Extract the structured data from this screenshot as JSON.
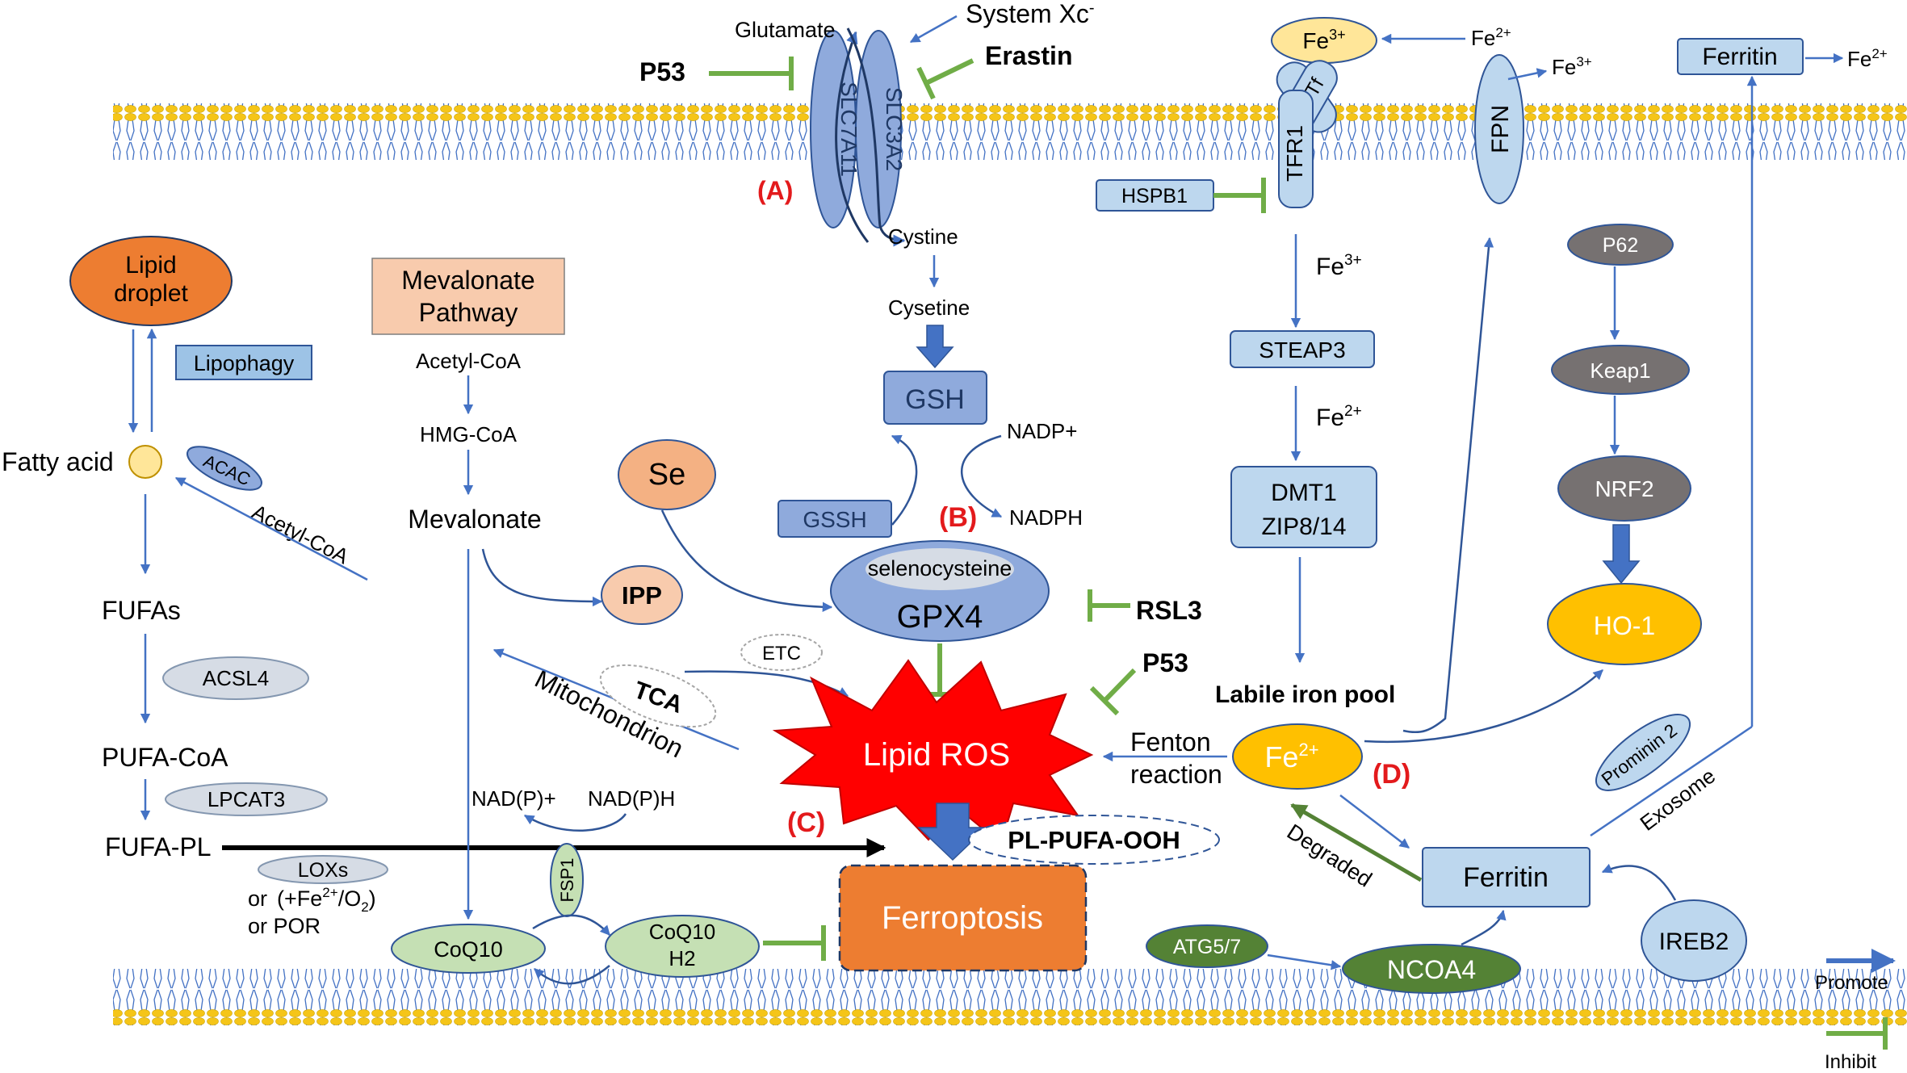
{
  "colors": {
    "promote": "#4472c4",
    "inhibit": "#70ad47",
    "membrane_head": "#f5c518",
    "membrane_tail": "#4472c4",
    "label_red": "#e31a1c",
    "lipid_ros": "#ff0000",
    "ferroptosis": "#ed7d31"
  },
  "membrane": {
    "repeat": "phospholipid-bilayer"
  },
  "system_xc": {
    "title": "System Xc",
    "title_sup": "-",
    "slc7a11": "SLC7A11",
    "slc3a2": "SLC3A2",
    "glutamate": "Glutamate",
    "p53": "P53",
    "erastin": "Erastin",
    "marker_a": "(A)",
    "cystine": "Cystine",
    "cysteine": "Cysetine"
  },
  "gsh_path": {
    "gsh": "GSH",
    "nadp_plus": "NADP+",
    "nadph": "NADPH",
    "gssh": "GSSH",
    "marker_b": "(B)",
    "se": "Se",
    "selenocysteine": "selenocysteine",
    "gpx4": "GPX4",
    "rsl3": "RSL3",
    "p53": "P53",
    "etc": "ETC"
  },
  "lipid_path": {
    "lipid_droplet": [
      "Lipid",
      "droplet"
    ],
    "lipophagy": "Lipophagy",
    "fatty_acid": "Fatty acid",
    "acac": "ACAC",
    "acetyl_coa": "Acetyl-CoA",
    "fufas": "FUFAs",
    "acsl4": "ACSL4",
    "pufa_coa": "PUFA-CoA",
    "lpcat3": "LPCAT3",
    "fufa_pl": "FUFA-PL",
    "loxs": "LOXs",
    "or1": "or",
    "fe_o2_a": "(+Fe",
    "fe_o2_sup": "2+",
    "fe_o2_b": "/O",
    "fe_o2_sub": "2",
    "fe_o2_c": ")",
    "or2": "or  POR",
    "mitochondrion": "Mitochondrion",
    "tca": "TCA"
  },
  "mevalonate": {
    "pathway": [
      "Mevalonate",
      "Pathway"
    ],
    "acetyl_coa": "Acetyl-CoA",
    "hmg_coa": "HMG-CoA",
    "mevalonate": "Mevalonate",
    "ipp": "IPP",
    "nadp_plus": "NAD(P)+",
    "nadph": "NAD(P)H",
    "fsp1": "FSP1",
    "coq10": "CoQ10",
    "coq10h2": [
      "CoQ10",
      "H2"
    ]
  },
  "core": {
    "lipid_ros": "Lipid ROS",
    "pl_pufa_ooh": "PL-PUFA-OOH",
    "marker_c": "(C)",
    "ferroptosis": "Ferroptosis",
    "fenton": [
      "Fenton",
      "reaction"
    ]
  },
  "iron": {
    "fe3_oval": "Fe",
    "fe3_sup": "3+",
    "fe2_in": "Fe",
    "fe2_in_sup": "2+",
    "tf": "Tf",
    "tfr1": "TFR1",
    "fpn": "FPN",
    "fpn_out": "Fe",
    "fpn_out_sup": "3+",
    "hspb1": "HSPB1",
    "fe3_step": "Fe",
    "fe3_step_sup": "3+",
    "steap3": "STEAP3",
    "fe2_step": "Fe",
    "fe2_step_sup": "2+",
    "dmt1": [
      "DMT1",
      "ZIP8/14"
    ],
    "labile_pool": "Labile iron pool",
    "fe2_pool": "Fe",
    "fe2_pool_sup": "2+",
    "marker_d": "(D)",
    "degraded": "Degraded",
    "ferritin": "Ferritin",
    "ferritin_top": "Ferritin",
    "ferritin_top_out": "Fe",
    "ferritin_top_sup": "2+",
    "atg": "ATG5/7",
    "ncoa4": "NCOA4",
    "ireb2": "IREB2",
    "prominin": "Prominin 2",
    "exosome": "Exosome"
  },
  "nrf2_path": {
    "p62": "P62",
    "keap1": "Keap1",
    "nrf2": "NRF2",
    "ho1": "HO-1"
  },
  "legend": {
    "promote": "Promote",
    "inhibit": "Inhibit"
  }
}
